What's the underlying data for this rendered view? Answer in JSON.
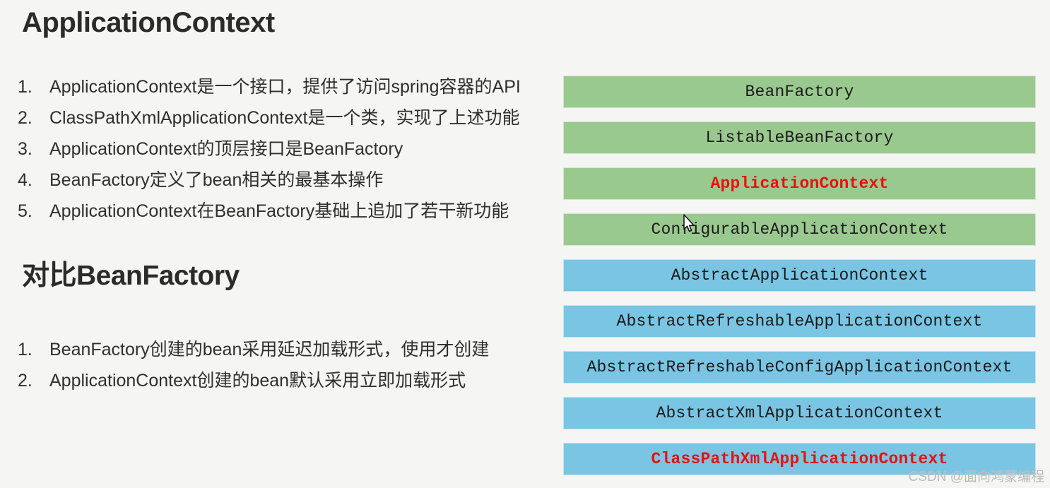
{
  "page": {
    "background_color": "#f5f5f3",
    "text_color": "#2f2f2f"
  },
  "sections": {
    "heading_1": "ApplicationContext",
    "heading_2": "对比BeanFactory"
  },
  "list_1": {
    "items": [
      {
        "num": "1.",
        "text": "ApplicationContext是一个接口，提供了访问spring容器的API"
      },
      {
        "num": "2.",
        "text": "ClassPathXmlApplicationContext是一个类，实现了上述功能"
      },
      {
        "num": "3.",
        "text": "ApplicationContext的顶层接口是BeanFactory"
      },
      {
        "num": "4.",
        "text": "BeanFactory定义了bean相关的最基本操作"
      },
      {
        "num": "5.",
        "text": "ApplicationContext在BeanFactory基础上追加了若干新功能"
      }
    ]
  },
  "list_2": {
    "items": [
      {
        "num": "1.",
        "text": "BeanFactory创建的bean采用延迟加载形式，使用才创建"
      },
      {
        "num": "2.",
        "text": "ApplicationContext创建的bean默认采用立即加载形式"
      }
    ]
  },
  "hierarchy": {
    "green_color": "#9ac98f",
    "blue_color": "#79c5e3",
    "highlight_color": "#e8110e",
    "boxes": [
      {
        "label": "BeanFactory",
        "color": "green",
        "highlight": false
      },
      {
        "label": "ListableBeanFactory",
        "color": "green",
        "highlight": false
      },
      {
        "label": "ApplicationContext",
        "color": "green",
        "highlight": true
      },
      {
        "label": "ConfigurableApplicationContext",
        "color": "green",
        "highlight": false
      },
      {
        "label": "AbstractApplicationContext",
        "color": "blue",
        "highlight": false
      },
      {
        "label": "AbstractRefreshableApplicationContext",
        "color": "blue",
        "highlight": false
      },
      {
        "label": "AbstractRefreshableConfigApplicationContext",
        "color": "blue",
        "highlight": false
      },
      {
        "label": "AbstractXmlApplicationContext",
        "color": "blue",
        "highlight": false
      },
      {
        "label": "ClassPathXmlApplicationContext",
        "color": "blue",
        "highlight": true
      }
    ]
  },
  "watermark": "CSDN @面向鸿蒙编程"
}
